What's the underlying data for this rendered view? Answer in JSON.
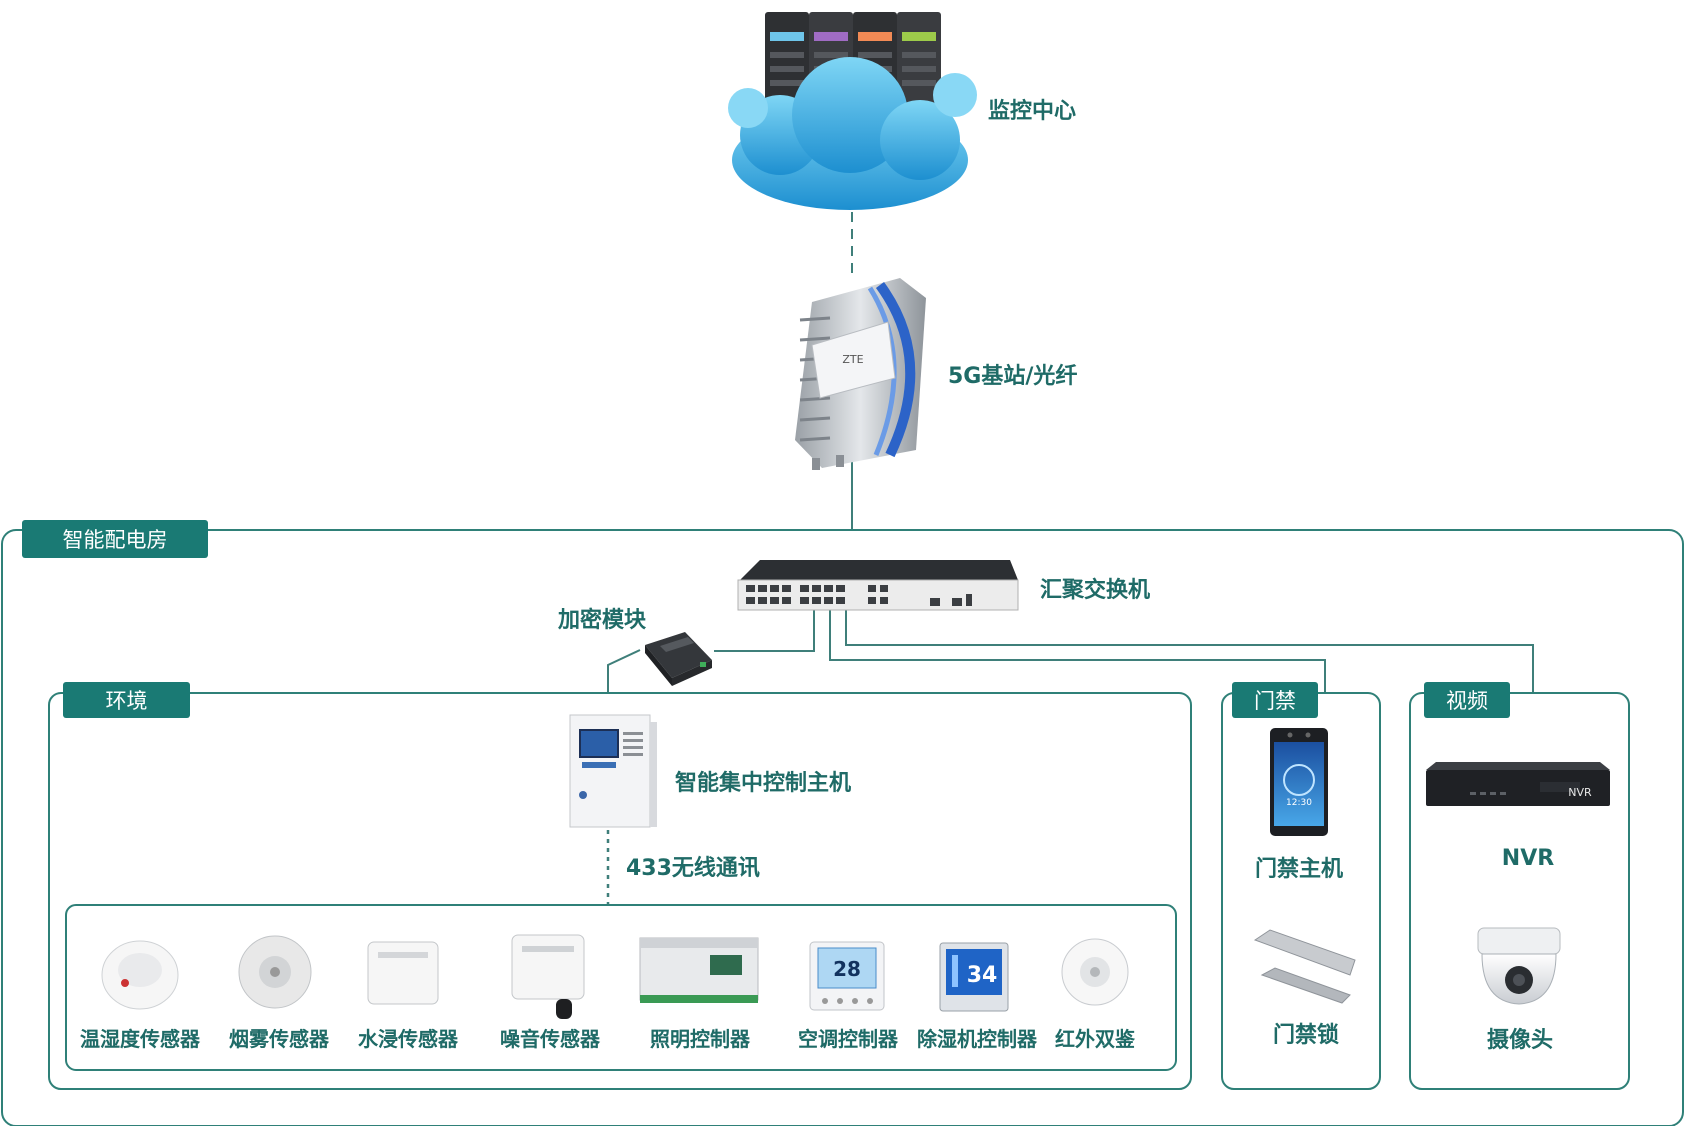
{
  "nodes": {
    "monitoring_center": "监控中心",
    "base_station": "5G基站/光纤",
    "aggregation_switch": "汇聚交换机",
    "encryption_module": "加密模块",
    "central_controller": "智能集中控制主机",
    "wireless_link": "433无线通讯"
  },
  "groups": {
    "power_room": "智能配电房",
    "environment": "环境",
    "access_control": "门禁",
    "video": "视频"
  },
  "env_devices": [
    {
      "label": "温湿度传感器"
    },
    {
      "label": "烟雾传感器"
    },
    {
      "label": "水浸传感器"
    },
    {
      "label": "噪音传感器"
    },
    {
      "label": "照明控制器"
    },
    {
      "label": "空调控制器"
    },
    {
      "label": "除湿机控制器"
    },
    {
      "label": "红外双鉴"
    }
  ],
  "access_devices": [
    {
      "label": "门禁主机"
    },
    {
      "label": "门禁锁"
    }
  ],
  "video_devices": [
    {
      "label": "NVR"
    },
    {
      "label": "摄像头"
    }
  ],
  "device_text": {
    "nvr_badge": "NVR",
    "temp_display": "28",
    "dehum_display": "34",
    "terminal_time": "12:30",
    "server_brand": "ZTE"
  },
  "colors": {
    "teal": "#1a7a74",
    "label": "#1f6b67",
    "cloud": "#3fb6e6",
    "line": "#3f7f7a"
  }
}
